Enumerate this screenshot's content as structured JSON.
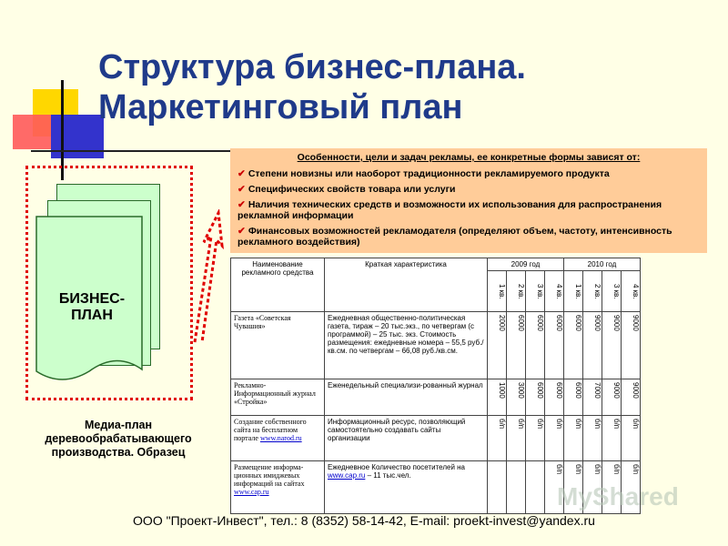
{
  "title": {
    "line1": "Структура бизнес-плана.",
    "line2": "Маркетинговый план"
  },
  "ad_box": {
    "heading": "Особенности, цели и задач рекламы, ее конкретные формы зависят от:",
    "items": [
      "Степени новизны или наоборот традиционности рекламируемого продукта",
      "Специфических свойств товара или услуги",
      "Наличия технических средств и возможности их использования для распространения рекламной информации",
      "Финансовых возможностей рекламодателя (определяют объем, частоту, интенсивность рекламного воздействия)"
    ]
  },
  "doc_label": "БИЗНЕС-ПЛАН",
  "caption": "Медиа-план деревообрабатывающего производства. Образец",
  "table": {
    "headers": {
      "name": "Наименование рекламного средства",
      "desc": "Краткая характеристика",
      "y2009": "2009 год",
      "y2010": "2010 год",
      "quarters": [
        "1 кв.",
        "2 кв.",
        "3 кв.",
        "4 кв.",
        "1 кв.",
        "2 кв.",
        "3 кв.",
        "4 кв."
      ]
    },
    "rows": [
      {
        "name": "Газета «Советская Чувашия»",
        "name_link": "",
        "desc": "Ежедневная общественно-политическая газета, тираж – 20 тыс.экз., по четвергам (с программой) – 25 тыс. экз. Стоимость размещения: ежедневные номера – 55,5 руб./кв.см. по четвергам – 66,08 руб./кв.см.",
        "values": [
          "2000",
          "6000",
          "6000",
          "6000",
          "6000",
          "9000",
          "9000",
          "9000"
        ]
      },
      {
        "name": "Рекламно-Информационный журнал «Стройка»",
        "name_link": "",
        "desc": "Еженедельный специализи-рованный журнал",
        "values": [
          "1000",
          "3000",
          "6000",
          "6000",
          "6000",
          "7000",
          "9000",
          "9000"
        ]
      },
      {
        "name": "Создание собственного сайта на бесплатном портале",
        "name_link": "www.narod.ru",
        "desc": "Информационный ресурс, позволяющий самостоятельно создавать сайты организации",
        "values": [
          "б/п",
          "б/п",
          "б/п",
          "б/п",
          "б/п",
          "б/п",
          "б/п",
          "б/п"
        ]
      },
      {
        "name": "Размещение информа-ционных имиджевых информаций на сайтах",
        "name_link": "www.cap.ru",
        "desc_pre": "Ежедневное Количество посетителей на",
        "desc_link": "www.cap.ru",
        "desc_post": "– 11 тыс.чел.",
        "values": [
          "",
          "",
          "",
          "б/п",
          "б/п",
          "б/п",
          "б/п",
          "б/п"
        ]
      }
    ]
  },
  "footer": "ООО \"Проект-Инвест\", тел.: 8 (8352) 58-14-42, E-mail: proekt-invest@yandex.ru",
  "watermark": "MyShared",
  "colors": {
    "title": "#1f3a8a",
    "ad_box": "#ffcc99",
    "doc": "#ccffcc",
    "frame": "#e00000",
    "background": "#ffffe6"
  }
}
